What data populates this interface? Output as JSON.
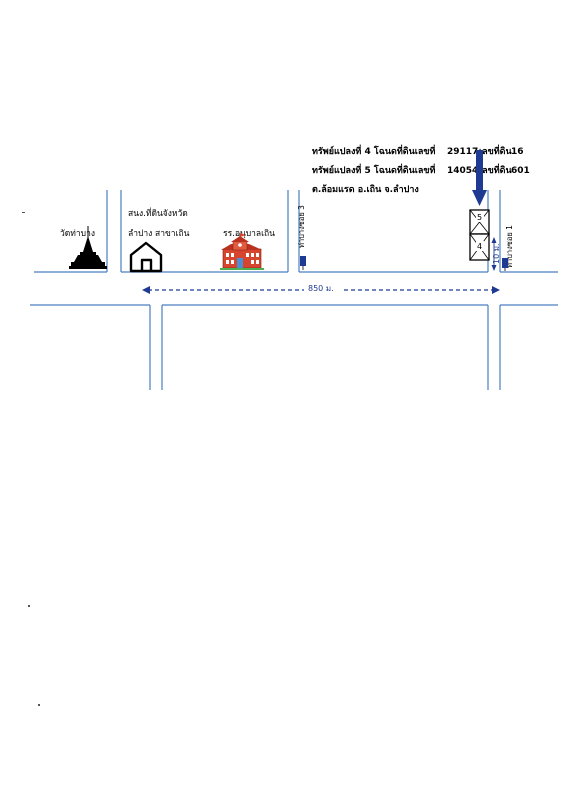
{
  "property_info": {
    "line1": {
      "prefix": "ทรัพย์แปลงที่ 4 โฉนดที่ดินเลขที่",
      "deed_no": "29117",
      "land_label": "เลขที่ดิน",
      "land_no": "16"
    },
    "line2": {
      "prefix": "ทรัพย์แปลงที่ 5 โฉนดที่ดินเลขที่",
      "deed_no": "14054",
      "land_label": "เลขที่ดิน",
      "land_no": "601"
    },
    "line3": "ต.ล้อมแรด  อ.เถิน  จ.ลำปาง"
  },
  "landmarks": {
    "temple": "วัดท่าบาง",
    "land_office_line1": "สนง.ที่ดินจังหวัด",
    "land_office_line2": "ลำปาง สาขาเถิน",
    "school": "รร.อนุบาลเถิน"
  },
  "roads": {
    "soi3": "ท่าบางซอย 3",
    "soi1": "ท่าบางซอย 1"
  },
  "plots": {
    "plot_top": "5",
    "plot_bottom": "4"
  },
  "measurements": {
    "distance": "850 ม.",
    "frontage": "10 ม."
  },
  "colors": {
    "road_line": "#4a7fc1",
    "arrow": "#1f3a93",
    "school_red": "#d8452e",
    "roof": "#b8321f"
  }
}
